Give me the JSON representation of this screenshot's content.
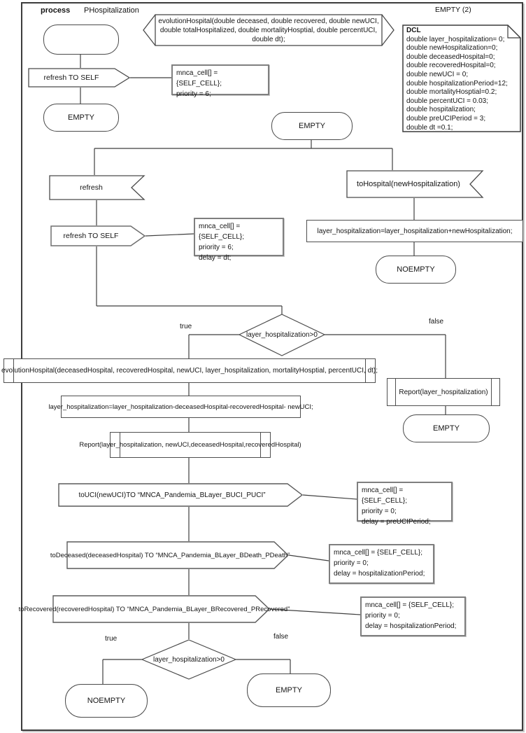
{
  "header": {
    "process_label": "process",
    "process_name": "PHospitalization",
    "state_ref": "EMPTY (2)"
  },
  "declaration_text": "evolutionHospital(double deceased, double recovered, double newUCI, double totalHospitalized, double mortalityHosptial, double percentUCI, double dt);",
  "dcl": {
    "lines": [
      "DCL",
      "double layer_hospitalization= 0;",
      "double newHospitalization=0;",
      "double deceasedHospital=0;",
      "double recoveredHospital=0;",
      "double newUCI = 0;",
      "double hospitalizationPeriod=12;",
      "double mortalityHosptial=0.2;",
      "double percentUCI = 0.03;",
      "double hospitalization;",
      "double preUCIPeriod = 3;",
      "double dt =0.1;"
    ]
  },
  "start_branch": {
    "send_refresh": "refresh TO SELF",
    "comment": [
      "mnca_cell[] = {SELF_CELL};",
      "priority = 6;"
    ],
    "state_empty": "EMPTY"
  },
  "main_state": "EMPTY",
  "refresh_branch": {
    "receive": "refresh",
    "send": "refresh TO SELF",
    "comment": [
      "mnca_cell[] = {SELF_CELL};",
      "priority = 6;",
      "delay = dt;"
    ]
  },
  "hospital_branch": {
    "receive": "toHospital(newHospitalization)",
    "task": "layer_hospitalization=layer_hospitalization+newHospitalization;",
    "state": "NOEMPTY"
  },
  "decision1": {
    "condition": "layer_hospitalization>0",
    "true_label": "true",
    "false_label": "false"
  },
  "true_branch": {
    "call_evolution": "evolutionHospital(deceasedHospital, recoveredHospital, newUCI, layer_hospitalization, mortalityHosptial, percentUCI, dt);",
    "task_update": "layer_hospitalization=layer_hospitalization-deceasedHospital-recoveredHospital- newUCI;",
    "call_report": "Report(layer_hospitalization, newUCI,deceasedHospital,recoveredHospital)",
    "send_uci": "toUCI(newUCI)TO “MNCA_Pandemia_BLayer_BUCI_PUCI”",
    "comment_uci": [
      "mnca_cell[] = {SELF_CELL};",
      "priority = 0;",
      "delay = preUCIPeriod;"
    ],
    "send_deceased": "toDeceased(deceasedHospital) TO “MNCA_Pandemia_BLayer_BDeath_PDeath”",
    "comment_deceased": [
      "mnca_cell[] = {SELF_CELL};",
      "priority = 0;",
      "delay = hospitalizationPeriod;"
    ],
    "send_recovered": "toRecovered(recoveredHospital) TO “MNCA_Pandemia_BLayer_BRecovered_PRecovered”",
    "comment_recovered": [
      "mnca_cell[] = {SELF_CELL};",
      "priority = 0;",
      "delay = hospitalizationPeriod;"
    ]
  },
  "false_branch": {
    "call_report": "Report(layer_hospitalization)",
    "state": "EMPTY"
  },
  "decision2": {
    "condition": "layer_hospitalization>0",
    "true_label": "true",
    "false_label": "false",
    "true_state": "NOEMPTY",
    "false_state": "EMPTY"
  }
}
